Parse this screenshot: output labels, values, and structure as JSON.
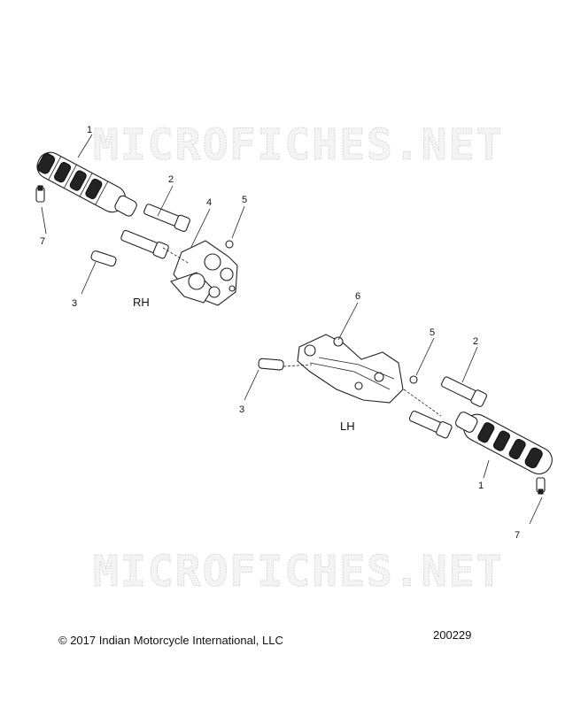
{
  "watermark": {
    "top": "MICROFICHES.NET",
    "bottom": "MICROFICHES.NET"
  },
  "groups": {
    "rh": "RH",
    "lh": "LH"
  },
  "callouts": {
    "rh_1": "1",
    "rh_2": "2",
    "rh_3": "3",
    "rh_4": "4",
    "rh_5": "5",
    "rh_7": "7",
    "lh_1": "1",
    "lh_2": "2",
    "lh_3": "3",
    "lh_5": "5",
    "lh_6": "6",
    "lh_7": "7"
  },
  "footer": {
    "copyright": "© 2017 Indian Motorcycle International, LLC",
    "figure_id": "200229"
  }
}
